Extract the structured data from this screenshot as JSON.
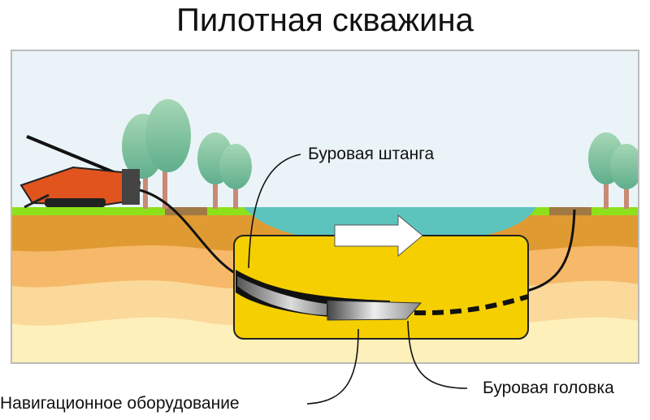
{
  "title": "Пилотная скважина",
  "labels": {
    "drill_rod": "Буровая штанга",
    "drill_head": "Буровая головка",
    "navigation": "Навигационное оборудование"
  },
  "colors": {
    "sky": "#eaf4f8",
    "grass": "#8ee11a",
    "soil_top": "#e09a32",
    "soil_mid": "#f6b96a",
    "soil_low": "#fbd99a",
    "soil_base": "#fdf0bb",
    "water": "#5cc4bd",
    "box": "#f5cf00",
    "drill_rig": "#e2541e"
  }
}
